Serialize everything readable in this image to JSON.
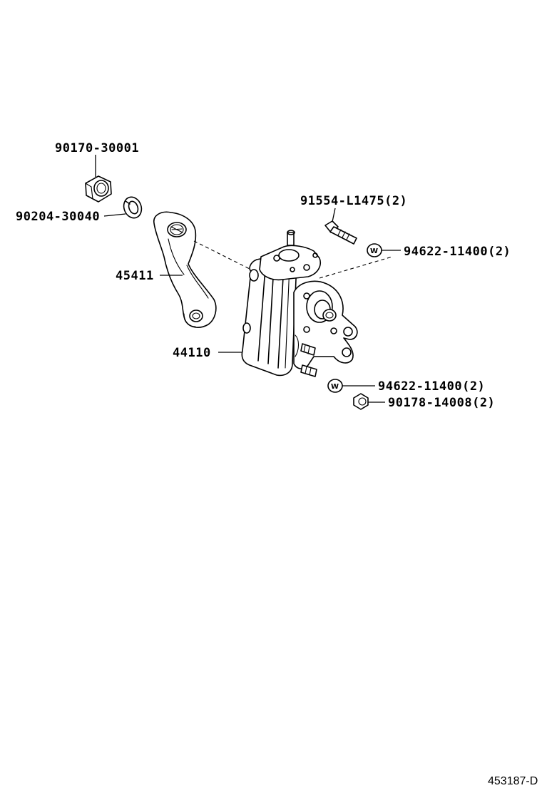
{
  "diagram": {
    "reference_number": "453187-D",
    "washer_symbol": "W",
    "callouts": [
      {
        "id": "nut",
        "part_number": "90170-30001"
      },
      {
        "id": "lock-washer",
        "part_number": "90204-30040"
      },
      {
        "id": "pitman-arm",
        "part_number": "45411"
      },
      {
        "id": "steering-gear",
        "part_number": "44110"
      },
      {
        "id": "bolt",
        "part_number": "91554-L1475(2)"
      },
      {
        "id": "washer-upper",
        "part_number": "94622-11400(2)"
      },
      {
        "id": "washer-lower",
        "part_number": "94622-11400(2)"
      },
      {
        "id": "nut-lower",
        "part_number": "90178-14008(2)"
      }
    ]
  }
}
